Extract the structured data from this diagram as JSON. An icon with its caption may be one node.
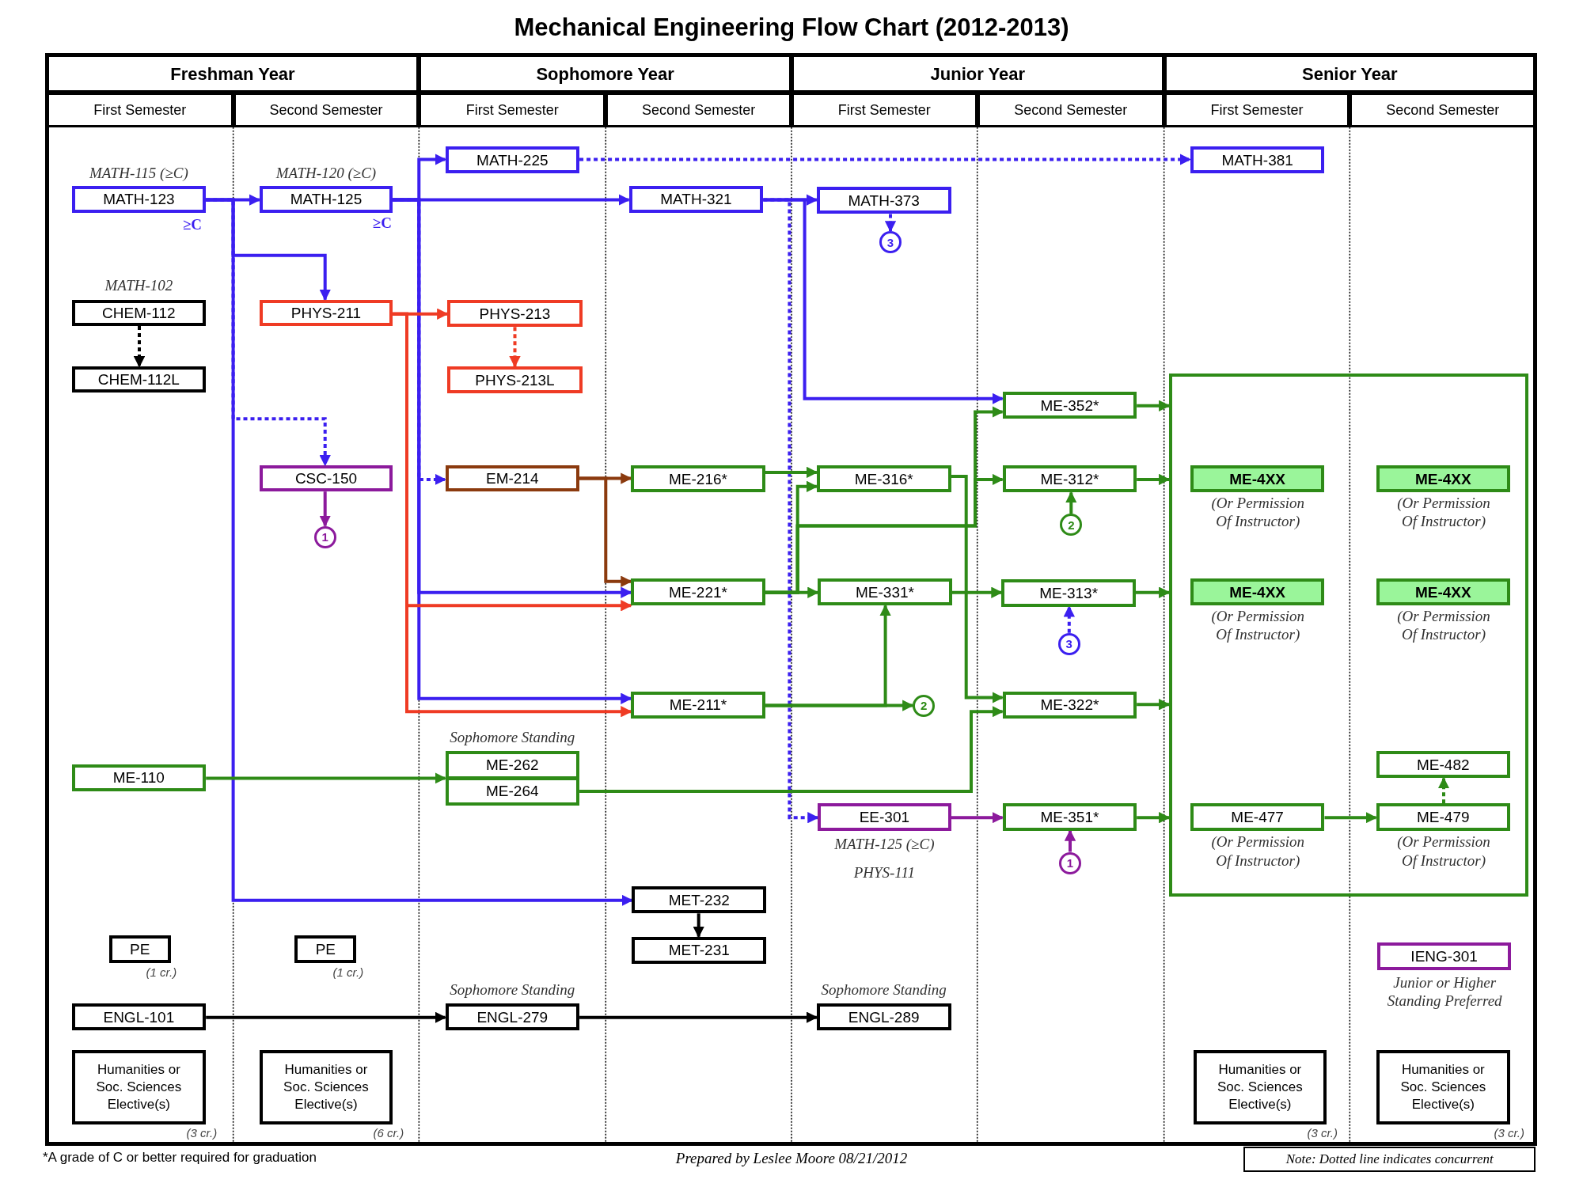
{
  "diagram": {
    "title": "Mechanical Engineering Flow Chart (2012-2013)",
    "nodes": [
      {
        "text": [
          "Freshman Year"
        ]
      },
      {
        "text": [
          "Sophomore Year"
        ]
      },
      {
        "text": [
          "Junior Year"
        ]
      },
      {
        "text": [
          "Senior Year"
        ]
      },
      {
        "text": [
          "First Semester"
        ]
      },
      {
        "text": [
          "Second Semester"
        ]
      },
      {
        "text": [
          "First Semester"
        ]
      },
      {
        "text": [
          "Second Semester"
        ]
      },
      {
        "text": [
          "First Semester"
        ]
      },
      {
        "text": [
          "Second Semester"
        ]
      },
      {
        "text": [
          "First Semester"
        ]
      },
      {
        "text": [
          "Second Semester"
        ]
      },
      {
        "text": [
          "MATH-123"
        ],
        "beside": [
          "MATH-115 (≥C)",
          "≥C"
        ]
      },
      {
        "text": [
          "MATH-125"
        ],
        "beside": [
          "MATH-120 (≥C)",
          "≥C"
        ]
      },
      {
        "text": [
          "MATH-225"
        ]
      },
      {
        "text": [
          "MATH-321"
        ]
      },
      {
        "text": [
          "MATH-373"
        ]
      },
      {
        "text": [
          "3"
        ]
      },
      {
        "text": [
          "MATH-381"
        ]
      },
      {
        "text": [
          "CHEM-112"
        ],
        "beside": [
          "MATH-102"
        ]
      },
      {
        "text": [
          "CHEM-112L"
        ]
      },
      {
        "text": [
          "PHYS-211"
        ]
      },
      {
        "text": [
          "PHYS-213"
        ]
      },
      {
        "text": [
          "PHYS-213L"
        ]
      },
      {
        "text": [
          "CSC-150"
        ]
      },
      {
        "text": [
          "1"
        ]
      },
      {
        "text": [
          "EM-214"
        ]
      },
      {
        "text": [
          "ME-216*"
        ]
      },
      {
        "text": [
          "ME-316*"
        ]
      },
      {
        "text": [
          "ME-352*"
        ]
      },
      {
        "text": [
          "ME-312*"
        ]
      },
      {
        "text": [
          "2"
        ]
      },
      {
        "text": [
          "ME-221*"
        ]
      },
      {
        "text": [
          "ME-331*"
        ]
      },
      {
        "text": [
          "ME-313*"
        ]
      },
      {
        "text": [
          "3"
        ]
      },
      {
        "text": [
          "ME-211*"
        ]
      },
      {
        "text": [
          "2"
        ]
      },
      {
        "text": [
          "ME-322*"
        ]
      },
      {
        "text": [
          "ME-110"
        ]
      },
      {
        "text": [
          "ME-262"
        ],
        "beside": [
          "Sophomore Standing"
        ]
      },
      {
        "text": [
          "ME-264"
        ]
      },
      {
        "text": [
          "EE-301"
        ],
        "beside": [
          "MATH-125 (≥C)",
          "PHYS-111"
        ]
      },
      {
        "text": [
          "ME-351*"
        ]
      },
      {
        "text": [
          "1"
        ]
      },
      {
        "text": [],
        "shape": "box"
      },
      {
        "text": [
          "ME-4XX"
        ],
        "in": 45,
        "beside": [
          "(Or Permission Of Instructor)"
        ]
      },
      {
        "text": [
          "ME-4XX"
        ],
        "in": 45,
        "beside": [
          "(Or Permission Of Instructor)"
        ]
      },
      {
        "text": [
          "ME-4XX"
        ],
        "in": 45,
        "beside": [
          "(Or Permission Of Instructor)"
        ]
      },
      {
        "text": [
          "ME-4XX"
        ],
        "in": 45,
        "beside": [
          "(Or Permission Of Instructor)"
        ]
      },
      {
        "text": [
          "ME-482"
        ],
        "in": 45
      },
      {
        "text": [
          "ME-477"
        ],
        "in": 45,
        "beside": [
          "(Or Permission Of Instructor)"
        ]
      },
      {
        "text": [
          "ME-479"
        ],
        "in": 45,
        "beside": [
          "(Or Permission Of Instructor)"
        ]
      },
      {
        "text": [
          "MET-232"
        ]
      },
      {
        "text": [
          "MET-231"
        ]
      },
      {
        "text": [
          "PE"
        ],
        "beside": [
          "(1 cr.)"
        ]
      },
      {
        "text": [
          "PE"
        ],
        "beside": [
          "(1 cr.)"
        ]
      },
      {
        "text": [
          "IENG-301"
        ],
        "beside": [
          "Junior or Higher Standing Preferred"
        ]
      },
      {
        "text": [
          "ENGL-101"
        ]
      },
      {
        "text": [
          "ENGL-279"
        ],
        "beside": [
          "Sophomore Standing"
        ]
      },
      {
        "text": [
          "ENGL-289"
        ],
        "beside": [
          "Sophomore Standing"
        ]
      },
      {
        "text": [
          "Humanities or Soc. Sciences Elective(s)"
        ],
        "beside": [
          "(3 cr.)"
        ]
      },
      {
        "text": [
          "Humanities or Soc. Sciences Elective(s)"
        ],
        "beside": [
          "(6 cr.)"
        ]
      },
      {
        "text": [
          "Humanities or Soc. Sciences Elective(s)"
        ],
        "beside": [
          "(3 cr.)"
        ]
      },
      {
        "text": [
          "Humanities or Soc. Sciences Elective(s)"
        ],
        "beside": [
          "(3 cr.)"
        ]
      },
      {
        "text": [
          "Note: Dotted line indicates concurrent"
        ]
      }
    ],
    "edges": [
      {
        "from": 12,
        "to": 13,
        "arrow": "to",
        "color": "#3b1ff0"
      },
      {
        "from": 12,
        "to": 21,
        "arrow": "to",
        "color": "#3b1ff0"
      },
      {
        "from": 12,
        "to": 24,
        "arrow": "to",
        "style": "dashed",
        "color": "#3b1ff0"
      },
      {
        "from": 12,
        "to": 53,
        "arrow": "to",
        "color": "#3b1ff0"
      },
      {
        "from": 13,
        "to": 15,
        "arrow": "to",
        "color": "#3b1ff0"
      },
      {
        "from": 13,
        "to": 14,
        "arrow": "to",
        "color": "#3b1ff0"
      },
      {
        "from": 13,
        "to": 26,
        "arrow": "to",
        "style": "dashed",
        "color": "#3b1ff0"
      },
      {
        "from": 13,
        "to": 32,
        "arrow": "to",
        "color": "#3b1ff0"
      },
      {
        "from": 13,
        "to": 36,
        "arrow": "to",
        "color": "#3b1ff0"
      },
      {
        "from": 14,
        "to": 18,
        "arrow": "to",
        "style": "dashed",
        "color": "#3b1ff0"
      },
      {
        "from": 15,
        "to": 16,
        "arrow": "to",
        "color": "#3b1ff0"
      },
      {
        "from": 15,
        "to": 29,
        "arrow": "to",
        "color": "#3b1ff0"
      },
      {
        "from": 15,
        "to": 42,
        "arrow": "to",
        "style": "dashed",
        "color": "#3b1ff0"
      },
      {
        "from": 16,
        "to": 17,
        "arrow": "to",
        "style": "dashed",
        "color": "#3b1ff0"
      },
      {
        "from": 35,
        "to": 34,
        "arrow": "to",
        "style": "dashed",
        "color": "#3b1ff0"
      },
      {
        "from": 19,
        "to": 20,
        "arrow": "to",
        "style": "dashed",
        "color": "#000000"
      },
      {
        "from": 21,
        "to": 22,
        "arrow": "to",
        "color": "#ef3b24"
      },
      {
        "from": 21,
        "to": 32,
        "arrow": "to",
        "color": "#ef3b24"
      },
      {
        "from": 21,
        "to": 36,
        "arrow": "to",
        "color": "#ef3b24"
      },
      {
        "from": 22,
        "to": 23,
        "arrow": "to",
        "style": "dashed",
        "color": "#ef3b24"
      },
      {
        "from": 24,
        "to": 25,
        "arrow": "to",
        "color": "#8c1a9c"
      },
      {
        "from": 26,
        "to": 27,
        "arrow": "to",
        "color": "#8b3a0e"
      },
      {
        "from": 26,
        "to": 32,
        "arrow": "to",
        "color": "#8b3a0e"
      },
      {
        "from": 27,
        "to": 28,
        "arrow": "to"
      },
      {
        "from": 32,
        "to": 33,
        "arrow": "to"
      },
      {
        "from": 32,
        "to": 28,
        "arrow": "to"
      },
      {
        "from": 32,
        "to": 30,
        "arrow": "to"
      },
      {
        "from": 32,
        "to": 29,
        "arrow": "to"
      },
      {
        "from": 28,
        "to": 38,
        "arrow": "to"
      },
      {
        "from": 33,
        "to": 34,
        "arrow": "to"
      },
      {
        "from": 36,
        "to": 37,
        "arrow": "to"
      },
      {
        "from": 36,
        "to": 33,
        "arrow": "to"
      },
      {
        "from": 31,
        "to": 30,
        "arrow": "to"
      },
      {
        "from": 39,
        "to": 40,
        "arrow": "to"
      },
      {
        "from": 41,
        "to": 38,
        "arrow": "to"
      },
      {
        "from": 42,
        "to": 43,
        "arrow": "to",
        "color": "#8c1a9c"
      },
      {
        "from": 44,
        "to": 43,
        "arrow": "to",
        "color": "#8c1a9c"
      },
      {
        "from": 29,
        "to": 45,
        "arrow": "to"
      },
      {
        "from": 30,
        "to": 45,
        "arrow": "to"
      },
      {
        "from": 34,
        "to": 45,
        "arrow": "to"
      },
      {
        "from": 38,
        "to": 45,
        "arrow": "to"
      },
      {
        "from": 43,
        "to": 45,
        "arrow": "to"
      },
      {
        "from": 51,
        "to": 52,
        "arrow": "to"
      },
      {
        "from": 52,
        "to": 50,
        "arrow": "to",
        "style": "dashed"
      },
      {
        "from": 53,
        "to": 54,
        "arrow": "to",
        "color": "#000000"
      },
      {
        "from": 58,
        "to": 59,
        "arrow": "to",
        "color": "#000000"
      },
      {
        "from": 59,
        "to": 60,
        "arrow": "to",
        "color": "#000000"
      }
    ],
    "labels": [
      "*A grade of C or better required for graduation",
      "Prepared by Leslee Moore 08/21/2012"
    ]
  }
}
